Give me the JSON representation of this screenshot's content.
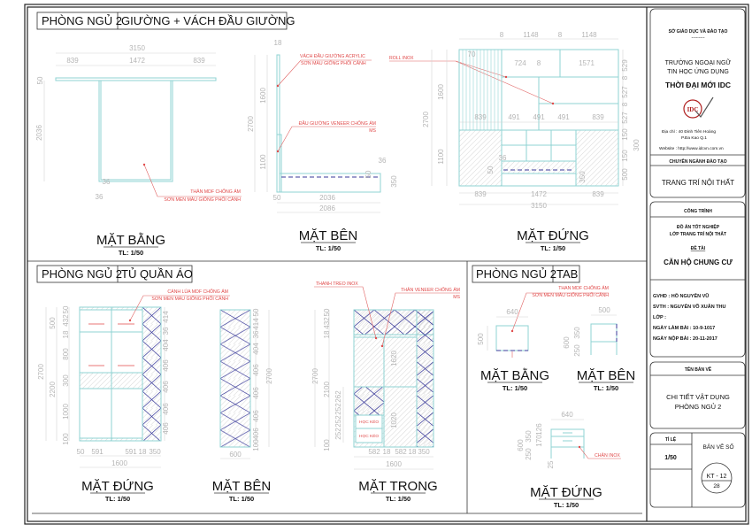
{
  "sections": {
    "bed": {
      "room": "PHÒNG NGỦ 2",
      "item": "GIƯỜNG + VÁCH ĐẦU GIƯỜNG"
    },
    "wardrobe": {
      "room": "PHÒNG NGỦ 2",
      "item": "TỦ QUẦN ÁO"
    },
    "tab": {
      "room": "PHÒNG NGỦ 2",
      "item": "TAB"
    }
  },
  "views": {
    "bed_plan": {
      "title": "MẶT BẰNG",
      "scale": "TL: 1/50"
    },
    "bed_side": {
      "title": "MẶT BÊN",
      "scale": "TL: 1/50"
    },
    "bed_front": {
      "title": "MẶT ĐỨNG",
      "scale": "TL: 1/50"
    },
    "wardrobe_front": {
      "title": "MẶT ĐỨNG",
      "scale": "TL: 1/50"
    },
    "wardrobe_side": {
      "title": "MẶT BÊN",
      "scale": "TL: 1/50"
    },
    "wardrobe_inner": {
      "title": "MẶT TRONG",
      "scale": "TL: 1/50"
    },
    "tab_plan": {
      "title": "MẶT BẰNG",
      "scale": "TL: 1/50"
    },
    "tab_side": {
      "title": "MẶT BÊN",
      "scale": "TL: 1/50"
    },
    "tab_front": {
      "title": "MẶT ĐỨNG",
      "scale": "TL: 1/50"
    }
  },
  "labels": {
    "bed_body": [
      "THÂN MDF CHỐNG ẨM",
      "SƠN MEN MÀU GIỐNG PHỐI CẢNH"
    ],
    "headboard_wall": [
      "VÁCH ĐẦU GIƯỜNG ACRYLIC",
      "SƠN MÀU GIỐNG PHỐI CẢNH"
    ],
    "headboard": [
      "ĐẦU GIƯỜNG VENEER CHỐNG ẨM",
      "MS"
    ],
    "roll_inox_side": "ROLL INOX",
    "roll_inox_front": "ROLL INOX",
    "sliding_door": [
      "CÁNH LÙA MDF CHỐNG ẨM",
      "SƠN MEN MÀU GIỐNG PHỐI CẢNH"
    ],
    "hanging_rod": "THANH TREO INOX",
    "wardrobe_body": [
      "THÂN VENEER CHỐNG ẨM",
      "MS"
    ],
    "drawer_1": "HỌC KÉO",
    "drawer_2": "HỌC KÉO",
    "tab_body": [
      "THAN MDF CHỐNG ẨM",
      "SƠN MEN MÀU GIỐNG PHỐI CẢNH"
    ],
    "tab_leg": "CHÂN INOX"
  },
  "dims": {
    "bed_plan": [
      "3150",
      "839",
      "1472",
      "839",
      "50",
      "2036",
      "36",
      "36"
    ],
    "bed_side": [
      "18",
      "1600",
      "2700",
      "1100",
      "36",
      "50",
      "350",
      "50",
      "2036",
      "2086"
    ],
    "bed_front": [
      "8",
      "1148",
      "8",
      "1148",
      "70",
      "724",
      "8",
      "1571",
      "529",
      "8",
      "527",
      "8",
      "527",
      "839",
      "491",
      "491",
      "491",
      "839",
      "150",
      "150",
      "500",
      "300",
      "1600",
      "2700",
      "1100",
      "839",
      "1472",
      "839",
      "3150",
      "36",
      "50",
      "350"
    ],
    "wardrobe_front": [
      "50",
      "432",
      "18",
      "800",
      "300",
      "1000",
      "100",
      "500",
      "2200",
      "2700",
      "414",
      "36",
      "404",
      "406",
      "406",
      "406",
      "406",
      "50",
      "591",
      "591",
      "18",
      "350",
      "1600"
    ],
    "wardrobe_side": [
      "50",
      "414",
      "36",
      "404",
      "406",
      "406",
      "406",
      "406",
      "100",
      "2700",
      "600"
    ],
    "wardrobe_inner": [
      "50",
      "432",
      "18",
      "2700",
      "2100",
      "262",
      "252",
      "252",
      "252",
      "100",
      "1620",
      "1020",
      "582",
      "18",
      "582",
      "18",
      "350",
      "1600"
    ],
    "tab_plan": [
      "640",
      "500"
    ],
    "tab_side": [
      "500",
      "600",
      "350",
      "250"
    ],
    "tab_front": [
      "640",
      "600",
      "350",
      "250",
      "126",
      "170",
      "25"
    ]
  },
  "title_block": {
    "department": "SỞ GIÁO DỤC VÀ ĐÀO TẠO",
    "separator": "---------",
    "school_line1": "TRƯỜNG NGOẠI NGỮ",
    "school_line2": "TIN HỌC ỨNG DỤNG",
    "school_name": "THỜI ĐẠI MỚI IDC",
    "logo_text": "IDC",
    "address_line1": "Địa chỉ   : 40 Đinh Tiên Hoàng",
    "address_line2": "P.Đa Kao    Q.1",
    "website": "Website : http://www.idcvn.com.vn",
    "major_header": "CHUYÊN NGÀNH ĐÀO TẠO",
    "major": "TRANG TRÍ NỘI THẤT",
    "project_header": "CÔNG TRÌNH",
    "project_line1": "ĐỒ ÁN TỐT NGHIỆP",
    "project_line2": "LỚP TRANG TRÍ NỘI THẤT",
    "topic_header": "ĐỀ TÀI",
    "topic": "CĂN HỘ CHUNG CƯ",
    "gvhd": "GVHD   : HỒ NGUYÊN VŨ",
    "svth": "SVTH    : NGUYỄN VÕ XUÂN THU",
    "lop": "LỚP      :",
    "start_date": "NGÀY LÀM BÀI   : 10-9-1017",
    "submit_date": "NGÀY NỘP BÀI   : 20-11-2017",
    "drawing_name_header": "TÊN BẢN VẼ",
    "drawing_name_line1": "CHI TIẾT VẬT DỤNG",
    "drawing_name_line2": "PHÒNG NGỦ 2",
    "scale_header": "TỈ LỆ",
    "scale": "1/50",
    "sheet_no_header": "BẢN VẼ SỐ",
    "sheet_code": "KT - 12",
    "sheet_number": "28"
  },
  "colors": {
    "outline": "#8fd3d3",
    "annotation": "#e04848",
    "cross": "#3a3a9a",
    "dimension": "#b5b5b5"
  }
}
